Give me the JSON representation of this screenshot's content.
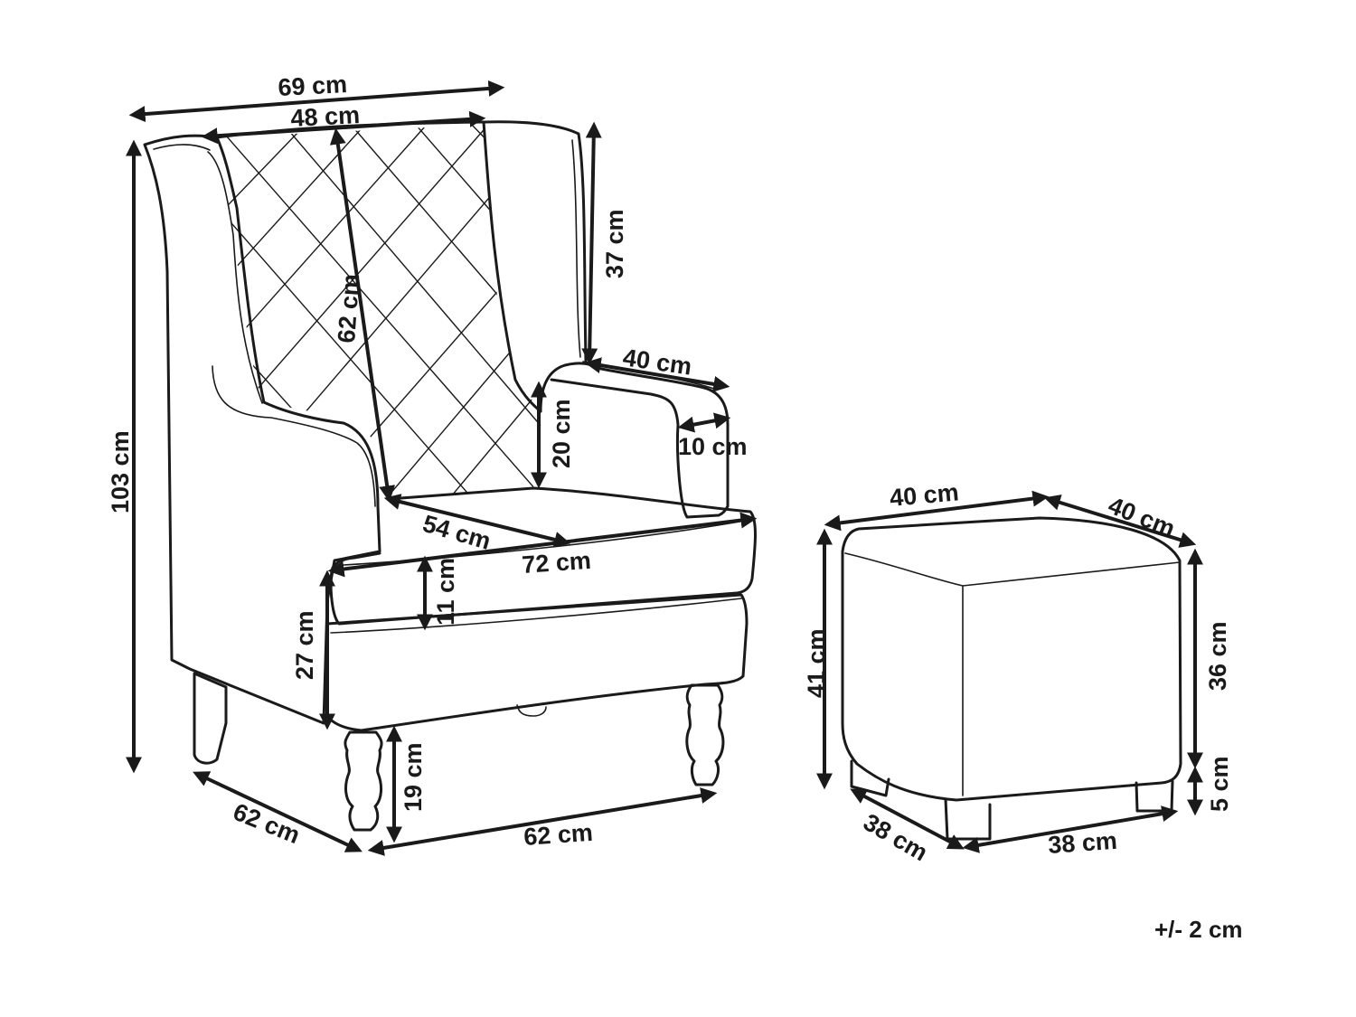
{
  "armchair": {
    "width_overall": "69 cm",
    "backrest_width": "48 cm",
    "height_overall": "103 cm",
    "wing_height": "37 cm",
    "backrest_height": "62 cm",
    "armrest_depth": "40 cm",
    "armrest_height": "20 cm",
    "armrest_width": "10 cm",
    "seat_depth": "54 cm",
    "seat_width": "72 cm",
    "cushion_thickness": "11 cm",
    "seat_height_above_legs": "27 cm",
    "leg_height": "19 cm",
    "depth": "62 cm",
    "width_base": "62 cm"
  },
  "ottoman": {
    "top_width": "40 cm",
    "top_depth": "40 cm",
    "height_overall": "41 cm",
    "body_height": "36 cm",
    "leg_height": "5 cm",
    "base_depth": "38 cm",
    "base_width": "38 cm"
  },
  "tolerance": "+/- 2 cm"
}
